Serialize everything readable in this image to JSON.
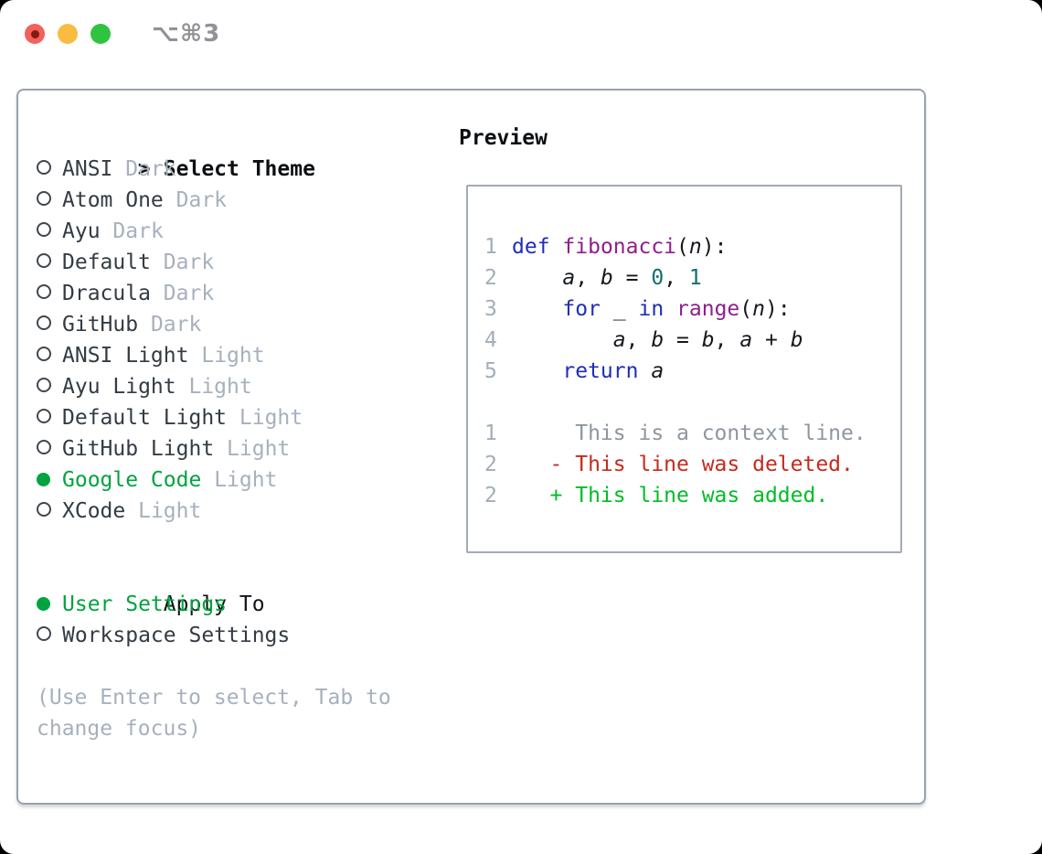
{
  "window": {
    "title": "⌥⌘3"
  },
  "theme_select": {
    "header_marker": ">",
    "header": "Select Theme",
    "themes": [
      {
        "name": "ANSI",
        "variant": "Dark",
        "selected": false
      },
      {
        "name": "Atom One",
        "variant": "Dark",
        "selected": false
      },
      {
        "name": "Ayu",
        "variant": "Dark",
        "selected": false
      },
      {
        "name": "Default",
        "variant": "Dark",
        "selected": false
      },
      {
        "name": "Dracula",
        "variant": "Dark",
        "selected": false
      },
      {
        "name": "GitHub",
        "variant": "Dark",
        "selected": false
      },
      {
        "name": "ANSI Light",
        "variant": "Light",
        "selected": false
      },
      {
        "name": "Ayu Light",
        "variant": "Light",
        "selected": false
      },
      {
        "name": "Default Light",
        "variant": "Light",
        "selected": false
      },
      {
        "name": "GitHub Light",
        "variant": "Light",
        "selected": false
      },
      {
        "name": "Google Code",
        "variant": "Light",
        "selected": true
      },
      {
        "name": "XCode",
        "variant": "Light",
        "selected": false
      }
    ]
  },
  "apply_to": {
    "header": "Apply To",
    "options": [
      {
        "label": "User Settings",
        "selected": true
      },
      {
        "label": "Workspace Settings",
        "selected": false
      }
    ]
  },
  "help": {
    "line1": "(Use Enter to select, Tab to",
    "line2": "change focus)"
  },
  "preview": {
    "header": "Preview",
    "code_lines": [
      {
        "no": "1",
        "tokens": [
          {
            "t": "def",
            "c": "kwd"
          },
          {
            "t": " ",
            "c": "pln"
          },
          {
            "t": "fibonacci",
            "c": "typ"
          },
          {
            "t": "(",
            "c": "pln"
          },
          {
            "t": "n",
            "c": "var"
          },
          {
            "t": "):",
            "c": "pln"
          }
        ]
      },
      {
        "no": "2",
        "tokens": [
          {
            "t": "    ",
            "c": "pln"
          },
          {
            "t": "a",
            "c": "var"
          },
          {
            "t": ", ",
            "c": "pln"
          },
          {
            "t": "b",
            "c": "var"
          },
          {
            "t": " = ",
            "c": "pln"
          },
          {
            "t": "0",
            "c": "lit"
          },
          {
            "t": ", ",
            "c": "pln"
          },
          {
            "t": "1",
            "c": "lit"
          }
        ]
      },
      {
        "no": "3",
        "tokens": [
          {
            "t": "    ",
            "c": "pln"
          },
          {
            "t": "for",
            "c": "kwd"
          },
          {
            "t": " _ ",
            "c": "pln"
          },
          {
            "t": "in",
            "c": "kwd"
          },
          {
            "t": " ",
            "c": "pln"
          },
          {
            "t": "range",
            "c": "typ"
          },
          {
            "t": "(",
            "c": "pln"
          },
          {
            "t": "n",
            "c": "var"
          },
          {
            "t": "):",
            "c": "pln"
          }
        ]
      },
      {
        "no": "4",
        "tokens": [
          {
            "t": "        ",
            "c": "pln"
          },
          {
            "t": "a",
            "c": "var"
          },
          {
            "t": ", ",
            "c": "pln"
          },
          {
            "t": "b",
            "c": "var"
          },
          {
            "t": " = ",
            "c": "pln"
          },
          {
            "t": "b",
            "c": "var"
          },
          {
            "t": ", ",
            "c": "pln"
          },
          {
            "t": "a",
            "c": "var"
          },
          {
            "t": " + ",
            "c": "pln"
          },
          {
            "t": "b",
            "c": "var"
          }
        ]
      },
      {
        "no": "5",
        "tokens": [
          {
            "t": "    ",
            "c": "pln"
          },
          {
            "t": "return",
            "c": "kwd"
          },
          {
            "t": " ",
            "c": "pln"
          },
          {
            "t": "a",
            "c": "var"
          }
        ]
      }
    ],
    "diff_lines": [
      {
        "no": "1",
        "kind": "context",
        "text": "     This is a context line."
      },
      {
        "no": "2",
        "kind": "deleted",
        "text": "   - This line was deleted."
      },
      {
        "no": "2",
        "kind": "added",
        "text": "   + This line was added."
      }
    ]
  },
  "colors": {
    "accent_green": "#00a33f",
    "added_green": "#00bd27",
    "deleted_red": "#c8291c",
    "keyword_blue": "#1e2eb8",
    "type_purple": "#8e1f8e",
    "literal_teal": "#0e6f6f",
    "muted_gray": "#a7b0bd",
    "context_gray": "#8f969e",
    "panel_border": "#99a2ad"
  }
}
